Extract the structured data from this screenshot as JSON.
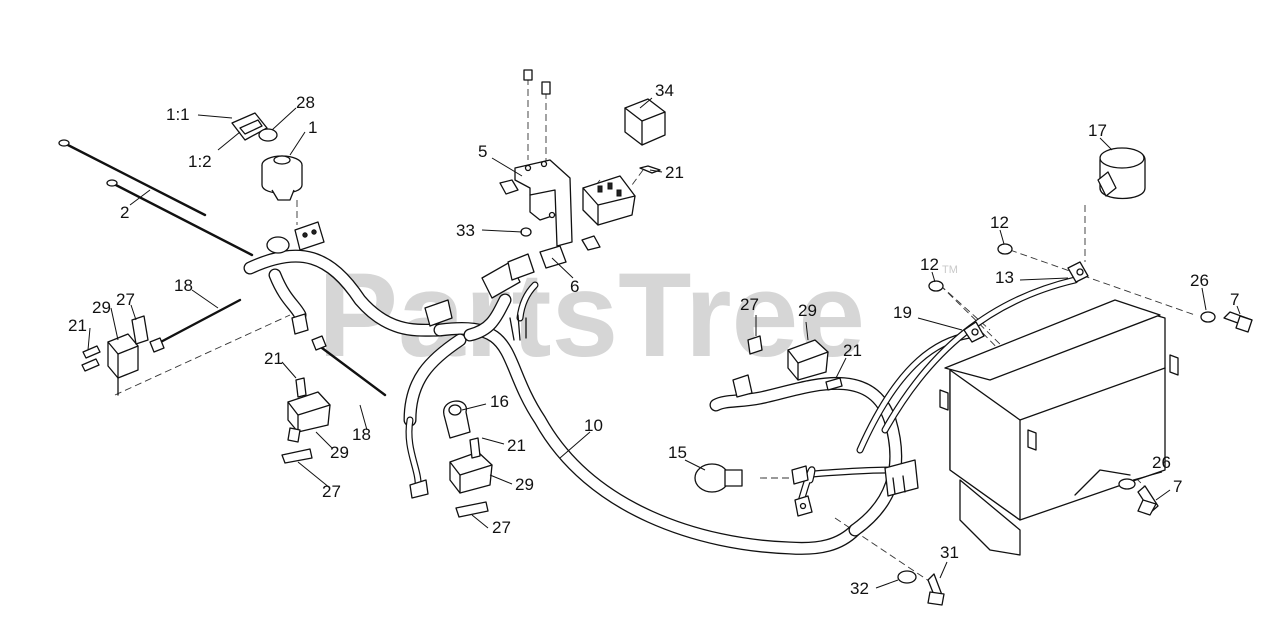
{
  "watermark": {
    "brand": "PartsTree",
    "tm": "TM"
  },
  "callouts": {
    "p1_1": "1:1",
    "p1_2": "1:2",
    "p28": "28",
    "p1": "1",
    "p2": "2",
    "p5": "5",
    "p34": "34",
    "p21_relay": "21",
    "p33": "33",
    "p6": "6",
    "p18_left": "18",
    "p29_left": "29",
    "p27_left": "27",
    "p21_left": "21",
    "p21_mid": "21",
    "p29_mid": "29",
    "p27_mid": "27",
    "p18_mid": "18",
    "p16": "16",
    "p21_low": "21",
    "p29_low": "29",
    "p27_low": "27",
    "p10": "10",
    "p15": "15",
    "p27_right": "27",
    "p29_right": "29",
    "p21_right": "21",
    "p19": "19",
    "p12_a": "12",
    "p12_b": "12",
    "p13": "13",
    "p17": "17",
    "p26_top": "26",
    "p7_top": "7",
    "p26_bot": "26",
    "p7_bot": "7",
    "p31": "31",
    "p32": "32"
  }
}
